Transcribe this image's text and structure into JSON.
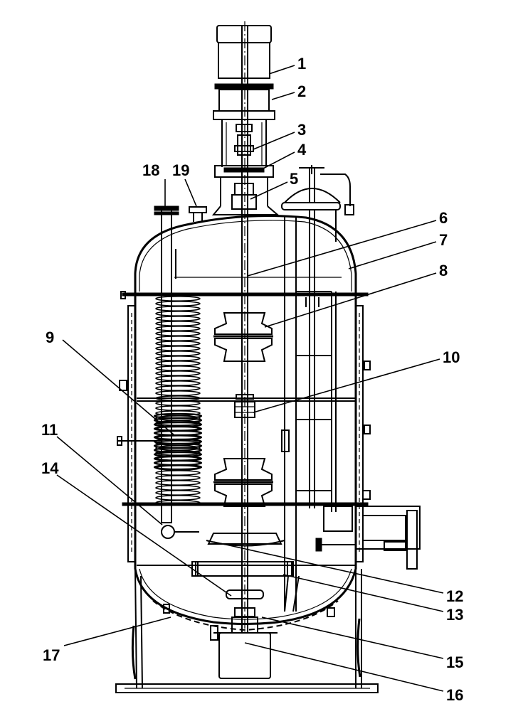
{
  "labels": [
    {
      "id": "1",
      "text": "1"
    },
    {
      "id": "2",
      "text": "2"
    },
    {
      "id": "3",
      "text": "3"
    },
    {
      "id": "4",
      "text": "4"
    },
    {
      "id": "5",
      "text": "5"
    },
    {
      "id": "6",
      "text": "6"
    },
    {
      "id": "7",
      "text": "7"
    },
    {
      "id": "8",
      "text": "8"
    },
    {
      "id": "9",
      "text": "9"
    },
    {
      "id": "10",
      "text": "10"
    },
    {
      "id": "11",
      "text": "11"
    },
    {
      "id": "12",
      "text": "12"
    },
    {
      "id": "13",
      "text": "13"
    },
    {
      "id": "14",
      "text": "14"
    },
    {
      "id": "15",
      "text": "15"
    },
    {
      "id": "16",
      "text": "16"
    },
    {
      "id": "17",
      "text": "17"
    },
    {
      "id": "18",
      "text": "18"
    },
    {
      "id": "19",
      "text": "19"
    }
  ]
}
